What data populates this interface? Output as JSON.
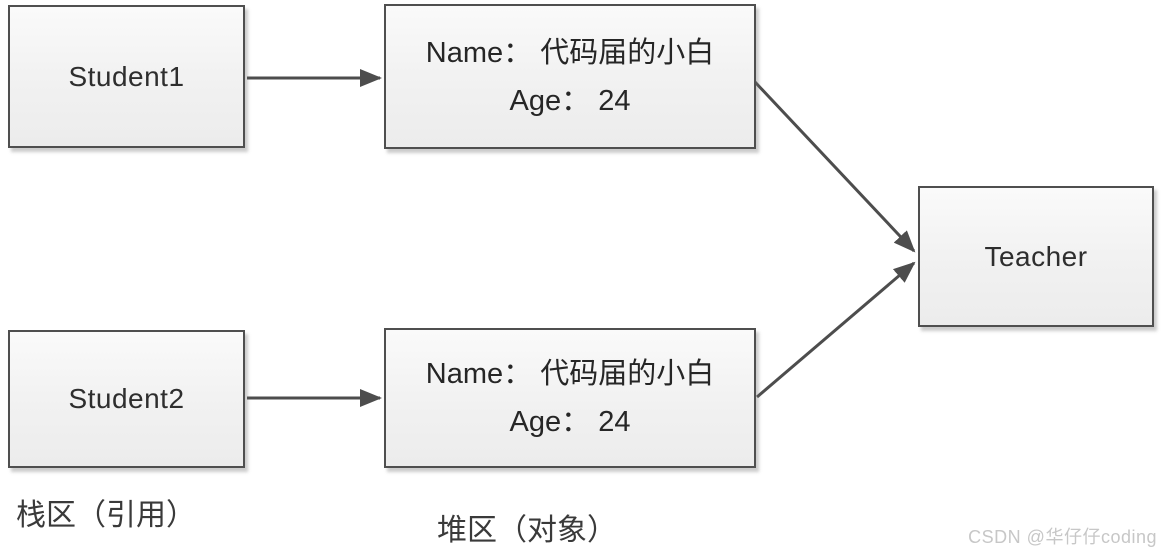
{
  "diagram": {
    "nodes": {
      "student1": {
        "label": "Student1",
        "type": "reference"
      },
      "student2": {
        "label": "Student2",
        "type": "reference"
      },
      "object1": {
        "name_line": "Name：  代码届的小白",
        "age_line": "Age：  24",
        "type": "object"
      },
      "object2": {
        "name_line": "Name：  代码届的小白",
        "age_line": "Age：  24",
        "type": "object"
      },
      "teacher": {
        "label": "Teacher",
        "type": "object"
      }
    },
    "edges": [
      {
        "from": "student1",
        "to": "object1"
      },
      {
        "from": "student2",
        "to": "object2"
      },
      {
        "from": "object1",
        "to": "teacher"
      },
      {
        "from": "object2",
        "to": "teacher"
      }
    ],
    "area_labels": {
      "stack": "栈区（引用）",
      "heap": "堆区（对象）"
    },
    "watermark": "CSDN @华仔仔coding",
    "colors": {
      "box_fill_top": "#fafafa",
      "box_fill_bottom": "#ececec",
      "box_border": "#4f4f4f",
      "arrow": "#4d4d4d",
      "text": "#262626",
      "area_label_text": "#3a3a3a",
      "watermark_text": "#c7c7c7",
      "background": "#ffffff"
    }
  }
}
